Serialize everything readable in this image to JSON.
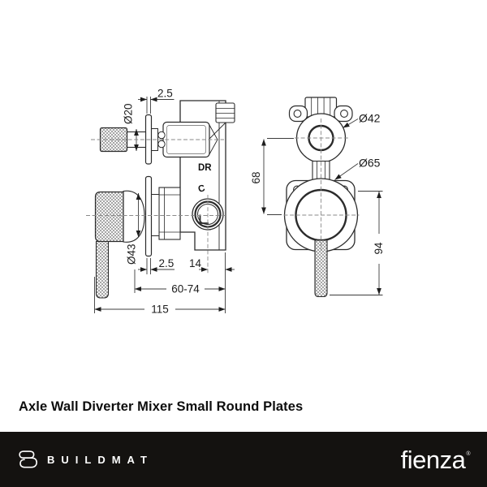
{
  "colors": {
    "canvas": "#ffffff",
    "line": "#2b2b2b",
    "dim_line": "#3c3c3c",
    "centerline": "#8a8a8a",
    "footer_bg": "#141210",
    "footer_text": "#ffffff",
    "title_text": "#0d0d0d"
  },
  "drawing": {
    "description": "Technical line drawing of a wall diverter mixer: side profile view (left) and front view of round plates (right)",
    "side_view": {
      "labels": {
        "plate_offset_top": "2.5",
        "knob_diameter": "Ø20",
        "port_dr": "DR",
        "port_c": "C",
        "handle_base_diameter": "Ø43",
        "plate_offset_bottom": "2.5",
        "outlet_offset": "14",
        "depth_range": "60-74",
        "total_depth": "115"
      }
    },
    "front_view": {
      "labels": {
        "top_plate_diameter": "Ø42",
        "bottom_plate_diameter": "Ø65",
        "centre_spacing": "68",
        "handle_length": "94"
      }
    }
  },
  "title": {
    "text": "Axle Wall Diverter Mixer Small Round Plates"
  },
  "footer": {
    "buildmat": {
      "name": "BUILDMAT",
      "icon": "buildmat-b-logo"
    },
    "fienza": {
      "name": "fienza",
      "registered_mark": "®"
    }
  }
}
